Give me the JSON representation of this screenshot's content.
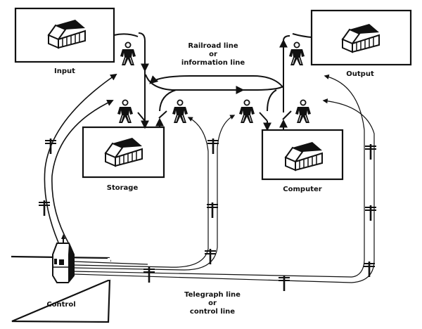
{
  "diagram": {
    "nodes": {
      "input": {
        "label": "Input"
      },
      "output": {
        "label": "Output"
      },
      "storage": {
        "label": "Storage"
      },
      "computer": {
        "label": "Computer"
      },
      "control": {
        "label": "Control"
      }
    },
    "annotations": {
      "railroad": {
        "line1": "Railroad line",
        "line2": "or",
        "line3": "information line"
      },
      "telegraph": {
        "line1": "Telegraph line",
        "line2": "or",
        "line3": "control line"
      }
    },
    "icons": {
      "warehouse": "warehouse-icon",
      "worker": "worker-icon",
      "control_tower": "control-tower-icon",
      "telegraph_pole": "telegraph-pole-icon",
      "arrowhead": "arrowhead-icon"
    }
  }
}
